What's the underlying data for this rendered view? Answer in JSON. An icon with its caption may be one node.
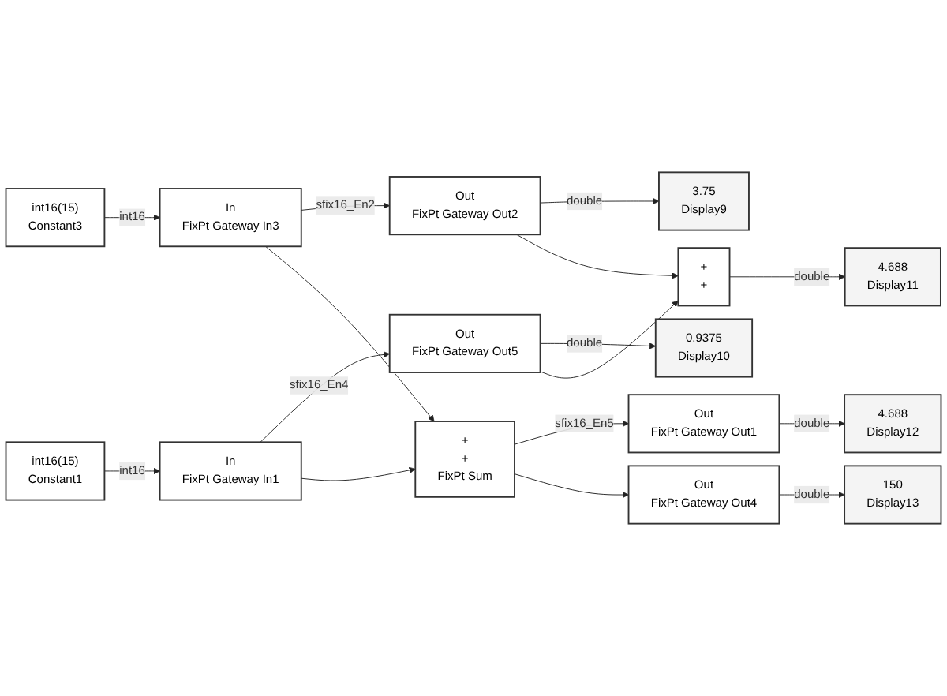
{
  "diagram": {
    "nodes": [
      {
        "text": [
          "int16(15)",
          "Constant3"
        ]
      },
      {
        "text": [
          "int16(15)",
          "Constant1"
        ]
      },
      {
        "text": [
          "In",
          "FixPt Gateway In3"
        ]
      },
      {
        "text": [
          "In",
          "FixPt Gateway In1"
        ]
      },
      {
        "text": [
          "Out",
          "FixPt Gateway Out2"
        ]
      },
      {
        "text": [
          "Out",
          "FixPt Gateway Out5"
        ]
      },
      {
        "text": [
          "+",
          "+",
          "FixPt Sum"
        ]
      },
      {
        "text": [
          "+",
          "+"
        ]
      },
      {
        "text": [
          "Out",
          "FixPt Gateway Out1"
        ]
      },
      {
        "text": [
          "Out",
          "FixPt Gateway Out4"
        ]
      },
      {
        "text": [
          "3.75",
          "Display9"
        ]
      },
      {
        "text": [
          "0.9375",
          "Display10"
        ]
      },
      {
        "text": [
          "4.688",
          "Display11"
        ]
      },
      {
        "text": [
          "4.688",
          "Display12"
        ]
      },
      {
        "text": [
          "150",
          "Display13"
        ]
      }
    ],
    "edges": [
      {
        "from": 0,
        "to": 2,
        "arrow": "to",
        "label": "int16"
      },
      {
        "from": 1,
        "to": 3,
        "arrow": "to",
        "label": "int16"
      },
      {
        "from": 2,
        "to": 4,
        "arrow": "to",
        "label": "sfix16_En2"
      },
      {
        "from": 2,
        "to": 6,
        "arrow": "to"
      },
      {
        "from": 3,
        "to": 5,
        "arrow": "to",
        "label": "sfix16_En4"
      },
      {
        "from": 3,
        "to": 6,
        "arrow": "to"
      },
      {
        "from": 4,
        "to": 10,
        "arrow": "to",
        "label": "double"
      },
      {
        "from": 4,
        "to": 7,
        "arrow": "to"
      },
      {
        "from": 5,
        "to": 11,
        "arrow": "to",
        "label": "double"
      },
      {
        "from": 5,
        "to": 7,
        "arrow": "to"
      },
      {
        "from": 7,
        "to": 12,
        "arrow": "to",
        "label": "double"
      },
      {
        "from": 6,
        "to": 8,
        "arrow": "to",
        "label": "sfix16_En5"
      },
      {
        "from": 6,
        "to": 9,
        "arrow": "to"
      },
      {
        "from": 8,
        "to": 13,
        "arrow": "to",
        "label": "double"
      },
      {
        "from": 9,
        "to": 14,
        "arrow": "to",
        "label": "double"
      }
    ]
  }
}
